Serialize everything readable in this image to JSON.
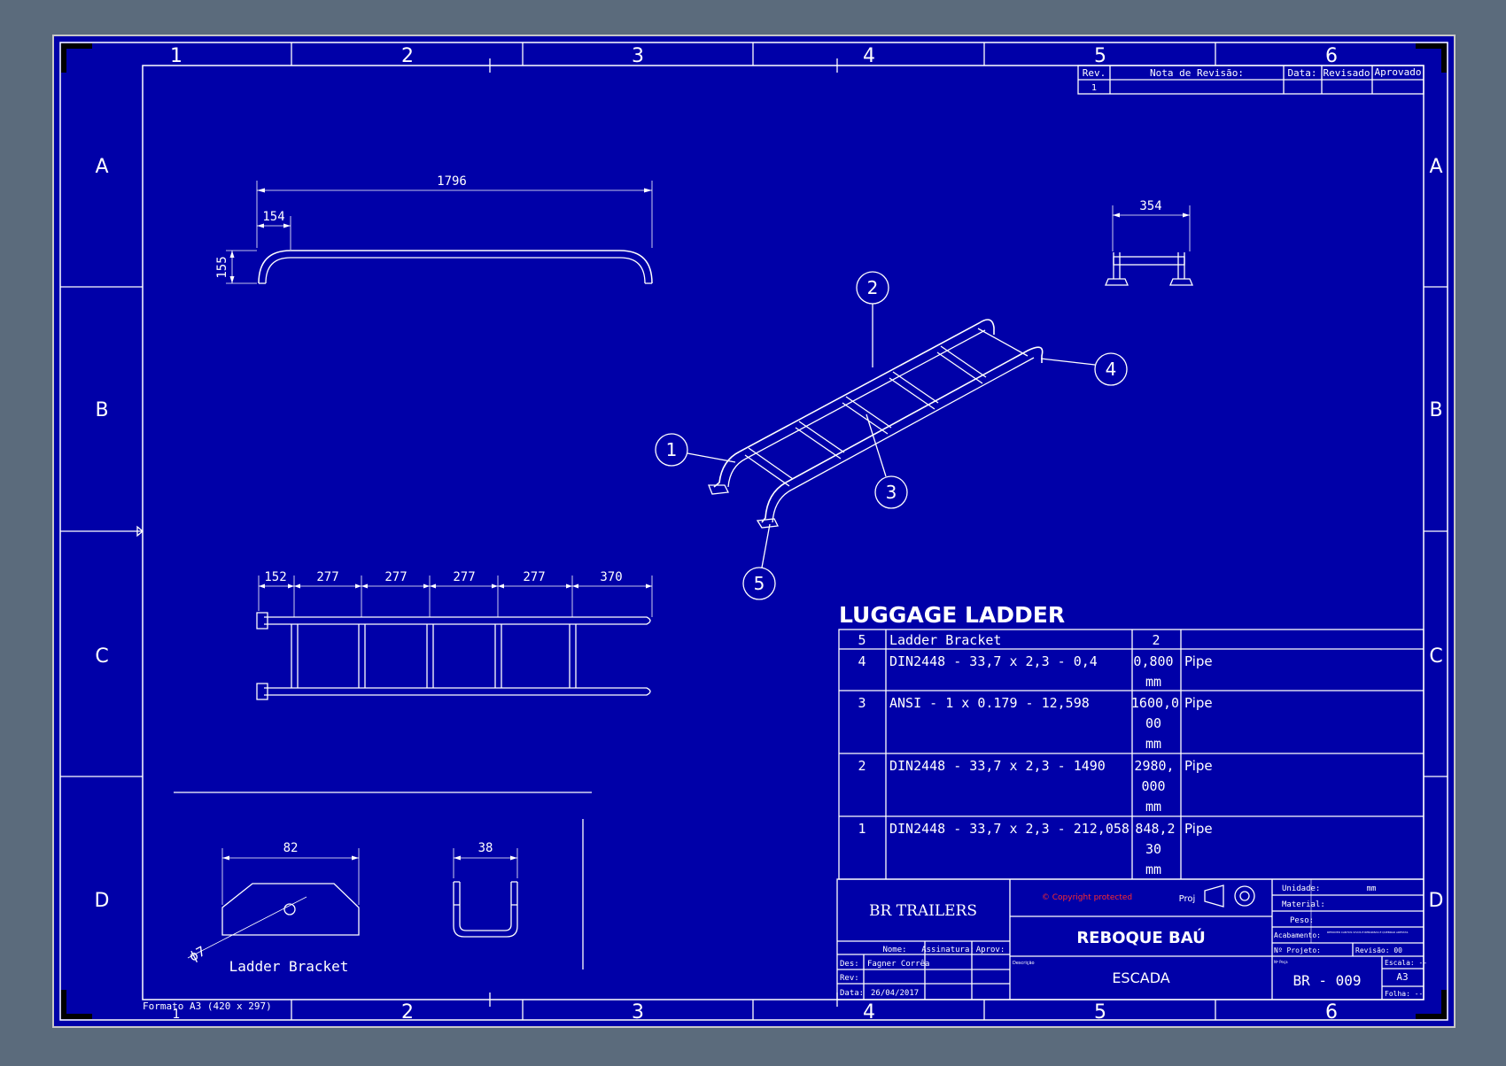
{
  "sheet": {
    "zone_columns": [
      "1",
      "2",
      "3",
      "4",
      "5",
      "6"
    ],
    "zone_rows": [
      "A",
      "B",
      "C",
      "D"
    ],
    "format_label": "Formato A3 (420 x 297)",
    "colors": {
      "background": "#5b6b7c",
      "paper": "#0000a8",
      "line": "#ffffff",
      "copyright": "#ff2a2a"
    }
  },
  "revision_table": {
    "headers": [
      "Rev.",
      "Nota de Revisão:",
      "Data:",
      "Revisado",
      "Aprovado"
    ],
    "rows": [
      [
        "1",
        "",
        "",
        "",
        ""
      ]
    ]
  },
  "views": {
    "top_dims": {
      "overall": "1796",
      "bend": "154",
      "height": "155"
    },
    "side_dims": {
      "width": "354"
    },
    "plan_dims": [
      "152",
      "277",
      "277",
      "277",
      "277",
      "370"
    ],
    "bracket": {
      "width": "82",
      "hole": "ϕ7",
      "caption": "Ladder Bracket",
      "side_width": "38"
    },
    "balloons": [
      "1",
      "2",
      "3",
      "4",
      "5"
    ]
  },
  "bom": {
    "title": "LUGGAGE LADDER",
    "rows": [
      {
        "item": "5",
        "desc": "Ladder  Bracket",
        "qty": [
          "2"
        ],
        "type": ""
      },
      {
        "item": "4",
        "desc": "DIN2448 - 33,7 x 2,3 - 0,4",
        "qty": [
          "0,800",
          "mm"
        ],
        "type": "Pipe"
      },
      {
        "item": "3",
        "desc": "ANSI - 1 x 0.179 - 12,598",
        "qty": [
          "1600,0",
          "00",
          "mm"
        ],
        "type": "Pipe"
      },
      {
        "item": "2",
        "desc": "DIN2448 - 33,7 x 2,3 - 1490",
        "qty": [
          "2980,",
          "000",
          "mm"
        ],
        "type": "Pipe"
      },
      {
        "item": "1",
        "desc": "DIN2448 - 33,7 x 2,3 - 212,058",
        "qty": [
          "848,2",
          "30",
          "mm"
        ],
        "type": "Pipe"
      }
    ]
  },
  "title_block": {
    "company": "BR TRAILERS",
    "copyright": "© Copyright protected",
    "proj_label": "Proj",
    "product": "REBOQUE BAÚ",
    "description_label": "Descrição",
    "description": "ESCADA",
    "headers": {
      "nome": "Nome:",
      "assinatura": "Assinatura:",
      "aprov": "Aprov:"
    },
    "rows": [
      {
        "label": "Des:",
        "name": "Fagner Corrêa"
      },
      {
        "label": "Rev:",
        "name": ""
      },
      {
        "label": "Data:",
        "name": "26/04/2017"
      }
    ],
    "unidade_label": "Unidade:",
    "unidade": "mm",
    "material_label": "Material:",
    "peso_label": "Peso:",
    "acabamento_label": "Acabamento:",
    "acabamento_note": "REMOVER CANTOS VIVOS E REBARBAS E QUEBRAR ARESTAS",
    "projeto_label": "Nº Projeto:",
    "revisao_label": "Revisão: 00",
    "folha_tag": "Nº Peça",
    "drawing_no": "BR - 009",
    "escala_label": "Escala: --",
    "size": "A3",
    "folha_label": "Folha: --"
  }
}
